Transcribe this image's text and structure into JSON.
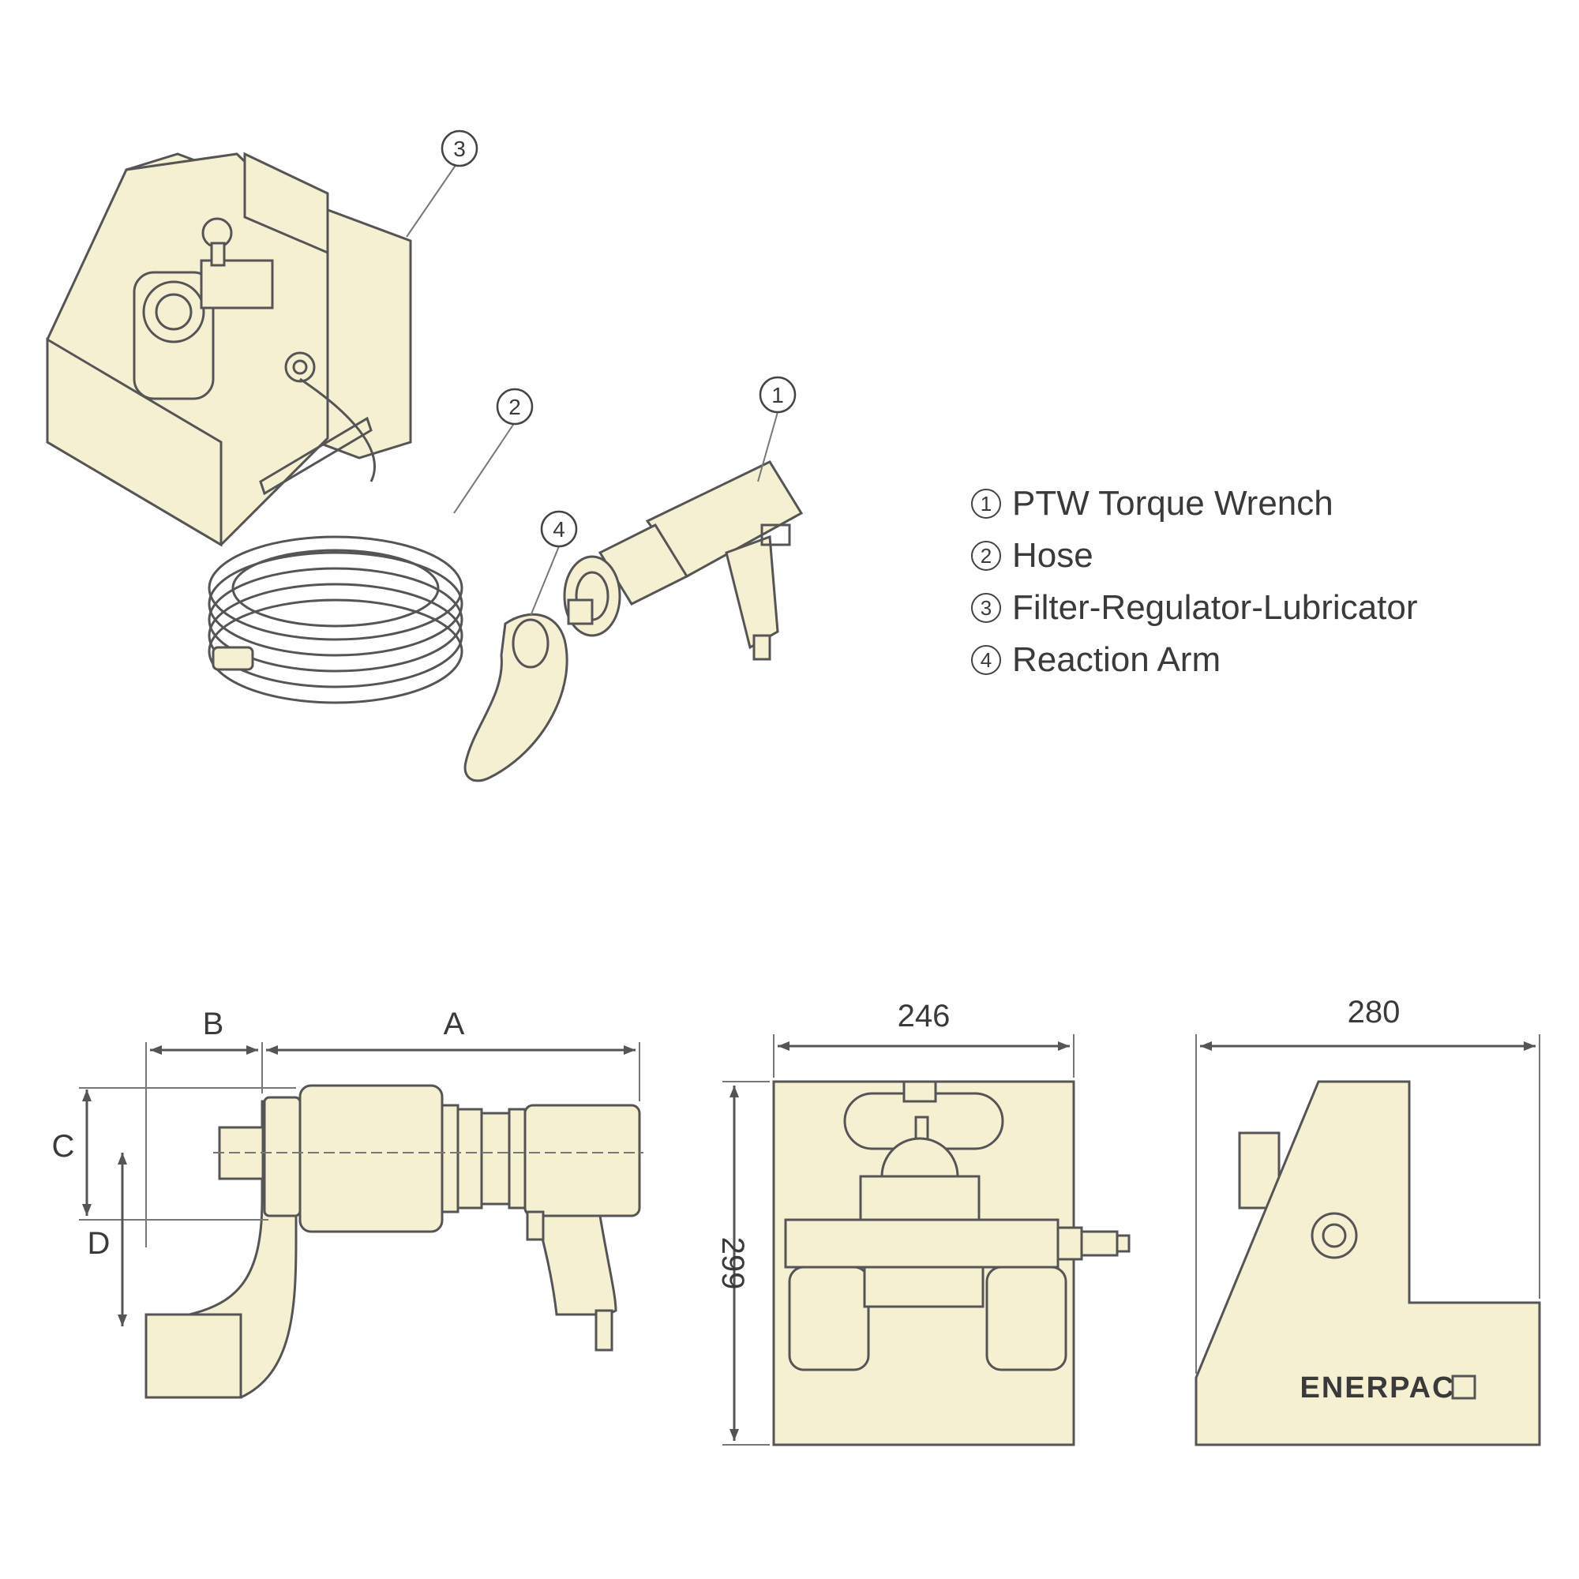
{
  "legend": {
    "items": [
      {
        "num": "1",
        "label": "PTW Torque Wrench"
      },
      {
        "num": "2",
        "label": "Hose"
      },
      {
        "num": "3",
        "label": "Filter-Regulator-Lubricator"
      },
      {
        "num": "4",
        "label": "Reaction Arm"
      }
    ]
  },
  "callouts": {
    "wrench": "1",
    "hose": "2",
    "frl": "3",
    "reaction_arm": "4"
  },
  "dimensions": {
    "A": "A",
    "B": "B",
    "C": "C",
    "D": "D",
    "frl_front_width": "246",
    "frl_height": "299",
    "frl_side_width": "280"
  },
  "brand": {
    "logo_text": "ENERPAC"
  },
  "colors": {
    "part_fill": "#f6f0d2",
    "outline": "#555555",
    "text": "#3a3a3a"
  }
}
